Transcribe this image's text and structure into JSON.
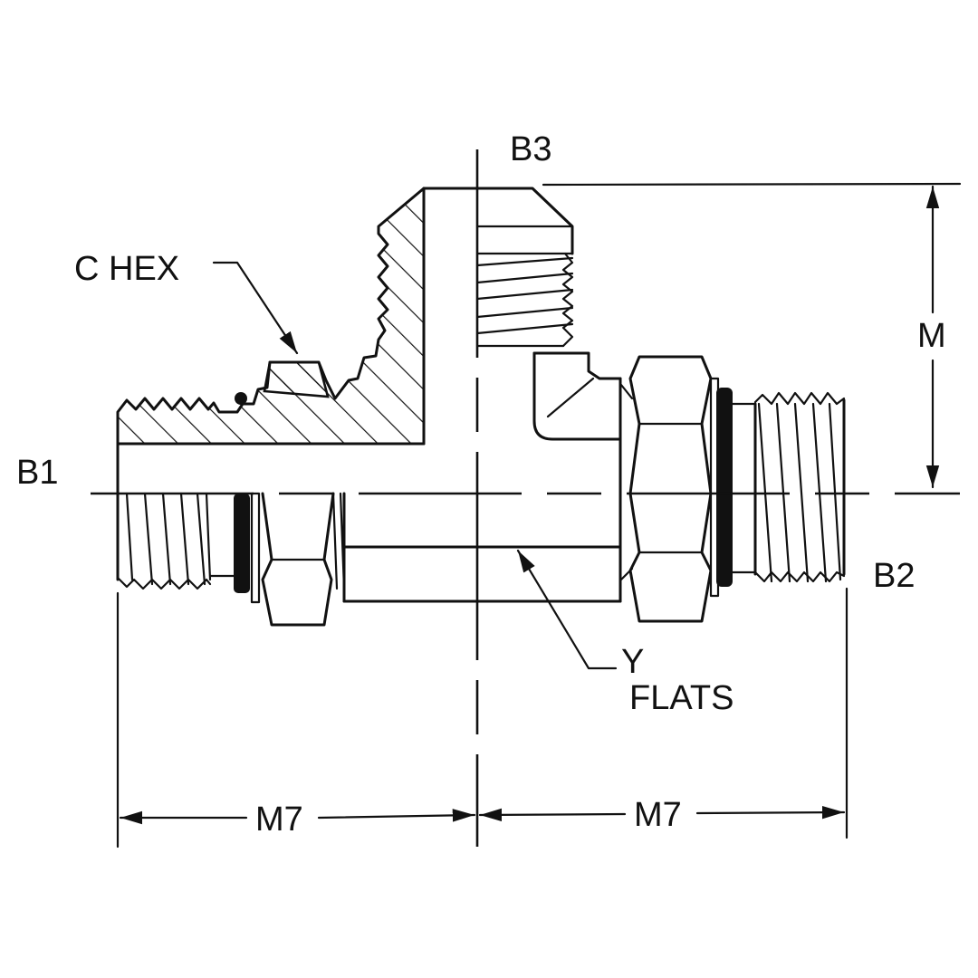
{
  "drawing": {
    "subject": "Tee fitting cross-section drawing",
    "labels": {
      "c_hex": "C HEX",
      "b1": "B1",
      "b2": "B2",
      "b3": "B3",
      "m": "M",
      "y": "Y",
      "flats": "FLATS",
      "m7_left": "M7",
      "m7_right": "M7"
    },
    "colors": {
      "line": "#111111",
      "background": "#ffffff"
    }
  }
}
